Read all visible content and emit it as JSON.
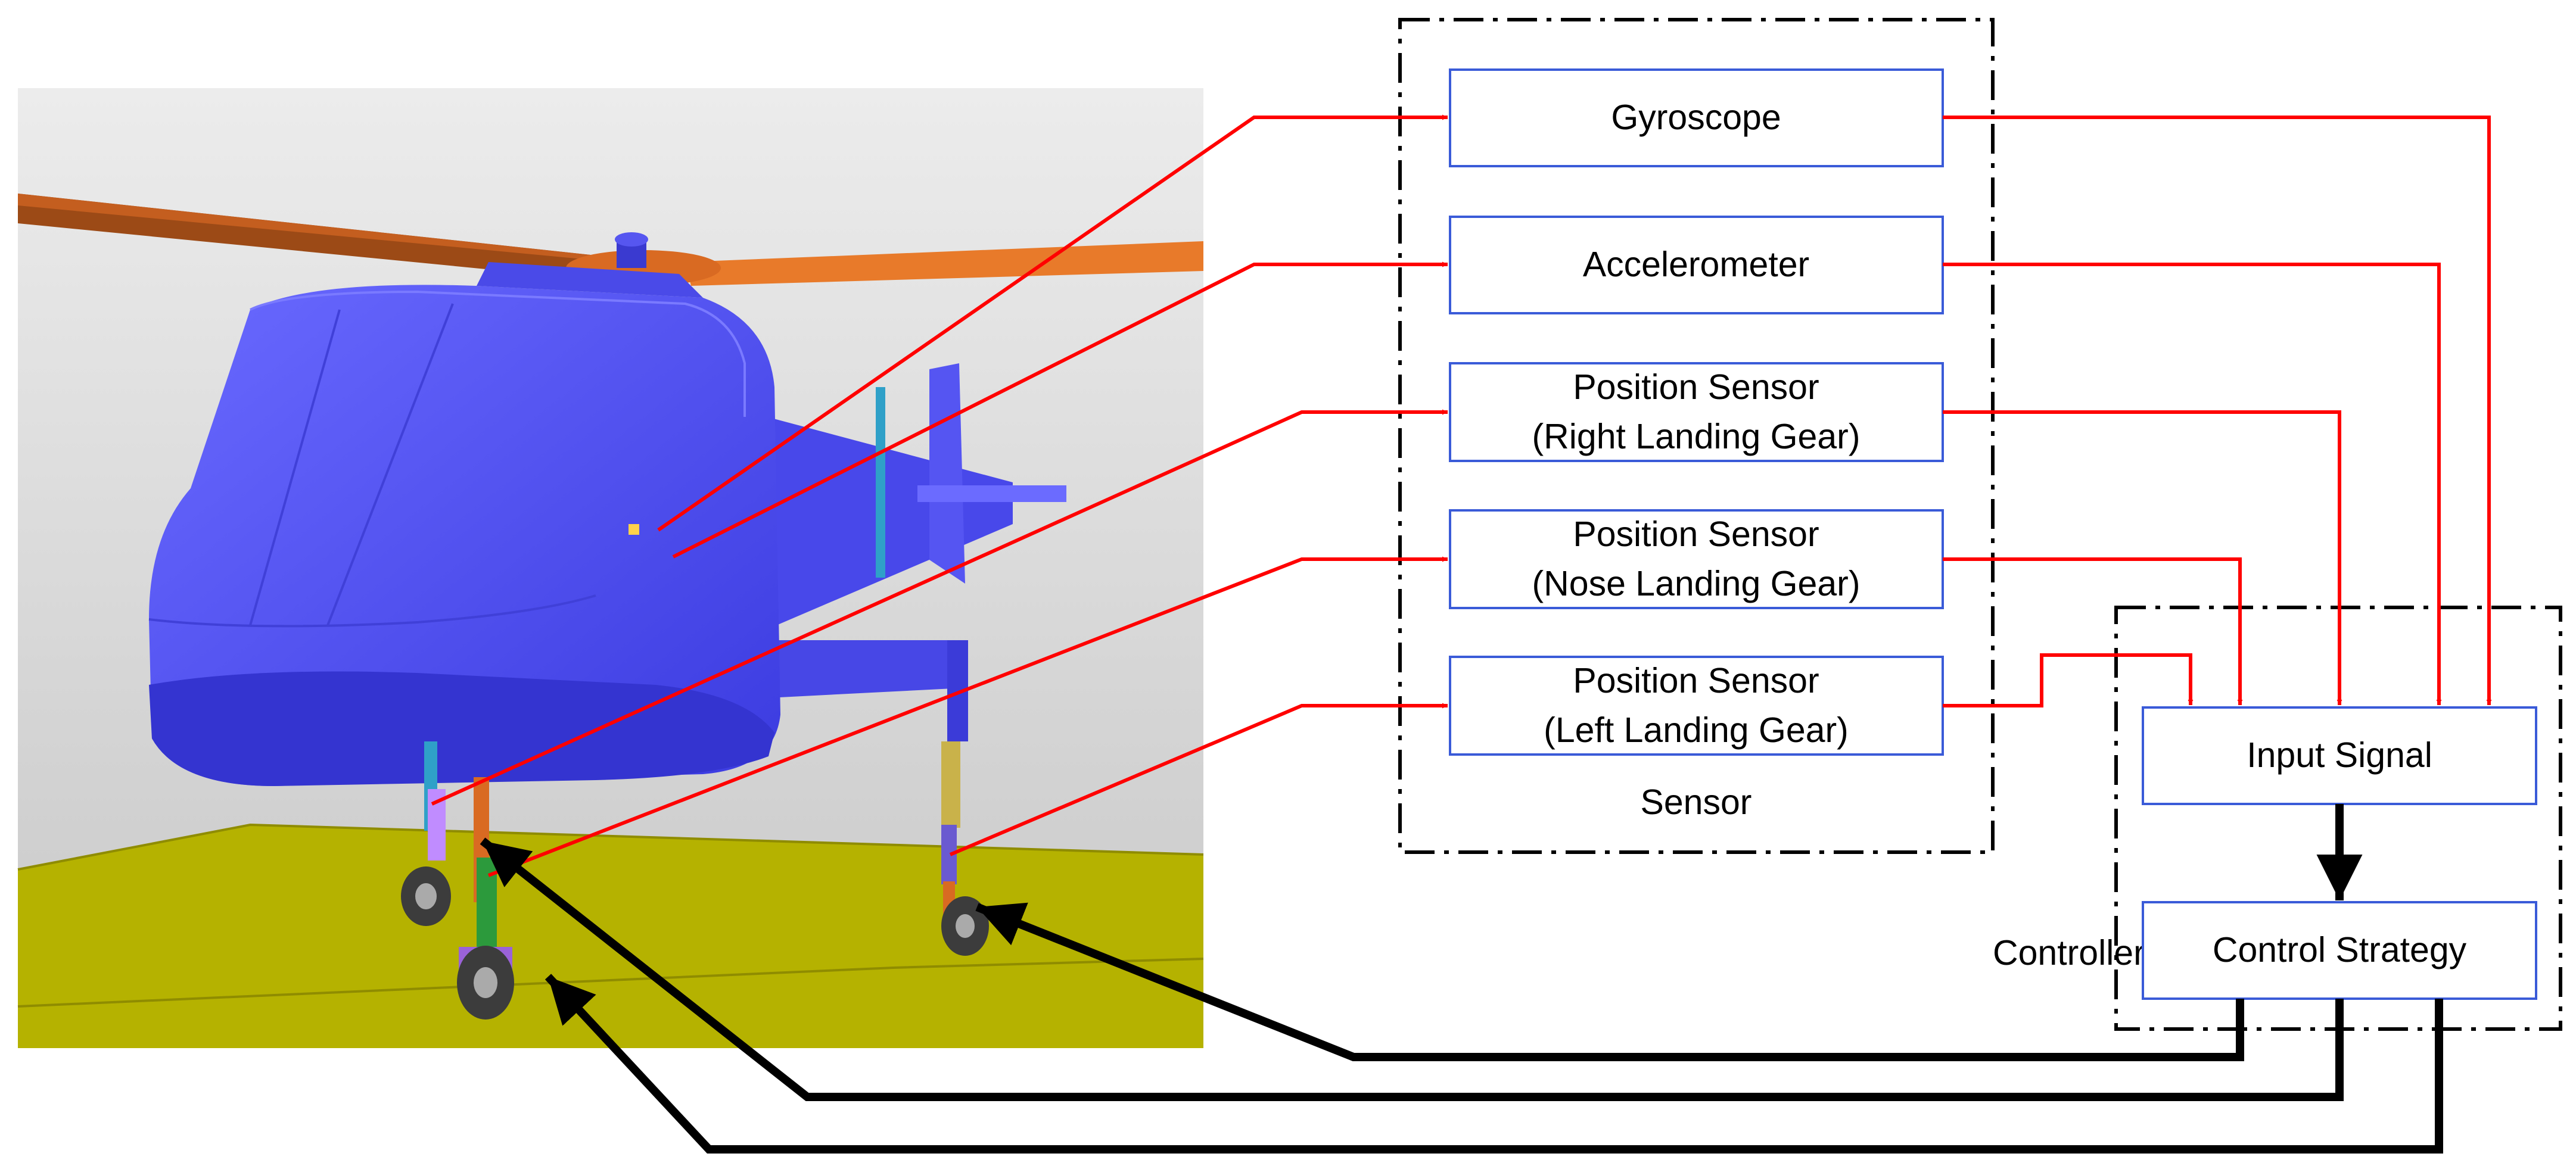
{
  "sensor_group": {
    "label": "Sensor",
    "boxes": [
      {
        "id": "gyroscope",
        "lines": [
          "Gyroscope"
        ]
      },
      {
        "id": "accelerometer",
        "lines": [
          "Accelerometer"
        ]
      },
      {
        "id": "position-right",
        "lines": [
          "Position Sensor",
          "(Right Landing Gear)"
        ]
      },
      {
        "id": "position-nose",
        "lines": [
          "Position Sensor",
          "(Nose Landing Gear)"
        ]
      },
      {
        "id": "position-left",
        "lines": [
          "Position Sensor",
          "(Left Landing Gear)"
        ]
      }
    ]
  },
  "controller_group": {
    "label": "Controller",
    "input_signal": "Input Signal",
    "control_strategy": "Control Strategy"
  },
  "colors": {
    "sensor_signal": "#ff0000",
    "control_signal": "#000000",
    "box_border": "#3a5bd8",
    "helicopter_body": "#5757f5",
    "rotor": "#e87a2a",
    "ground": "#b5b200",
    "scene_bg": "#e6e6e6"
  },
  "icons": [
    "helicopter-model-image",
    "rotor-blade",
    "landing-gear-wheel"
  ]
}
